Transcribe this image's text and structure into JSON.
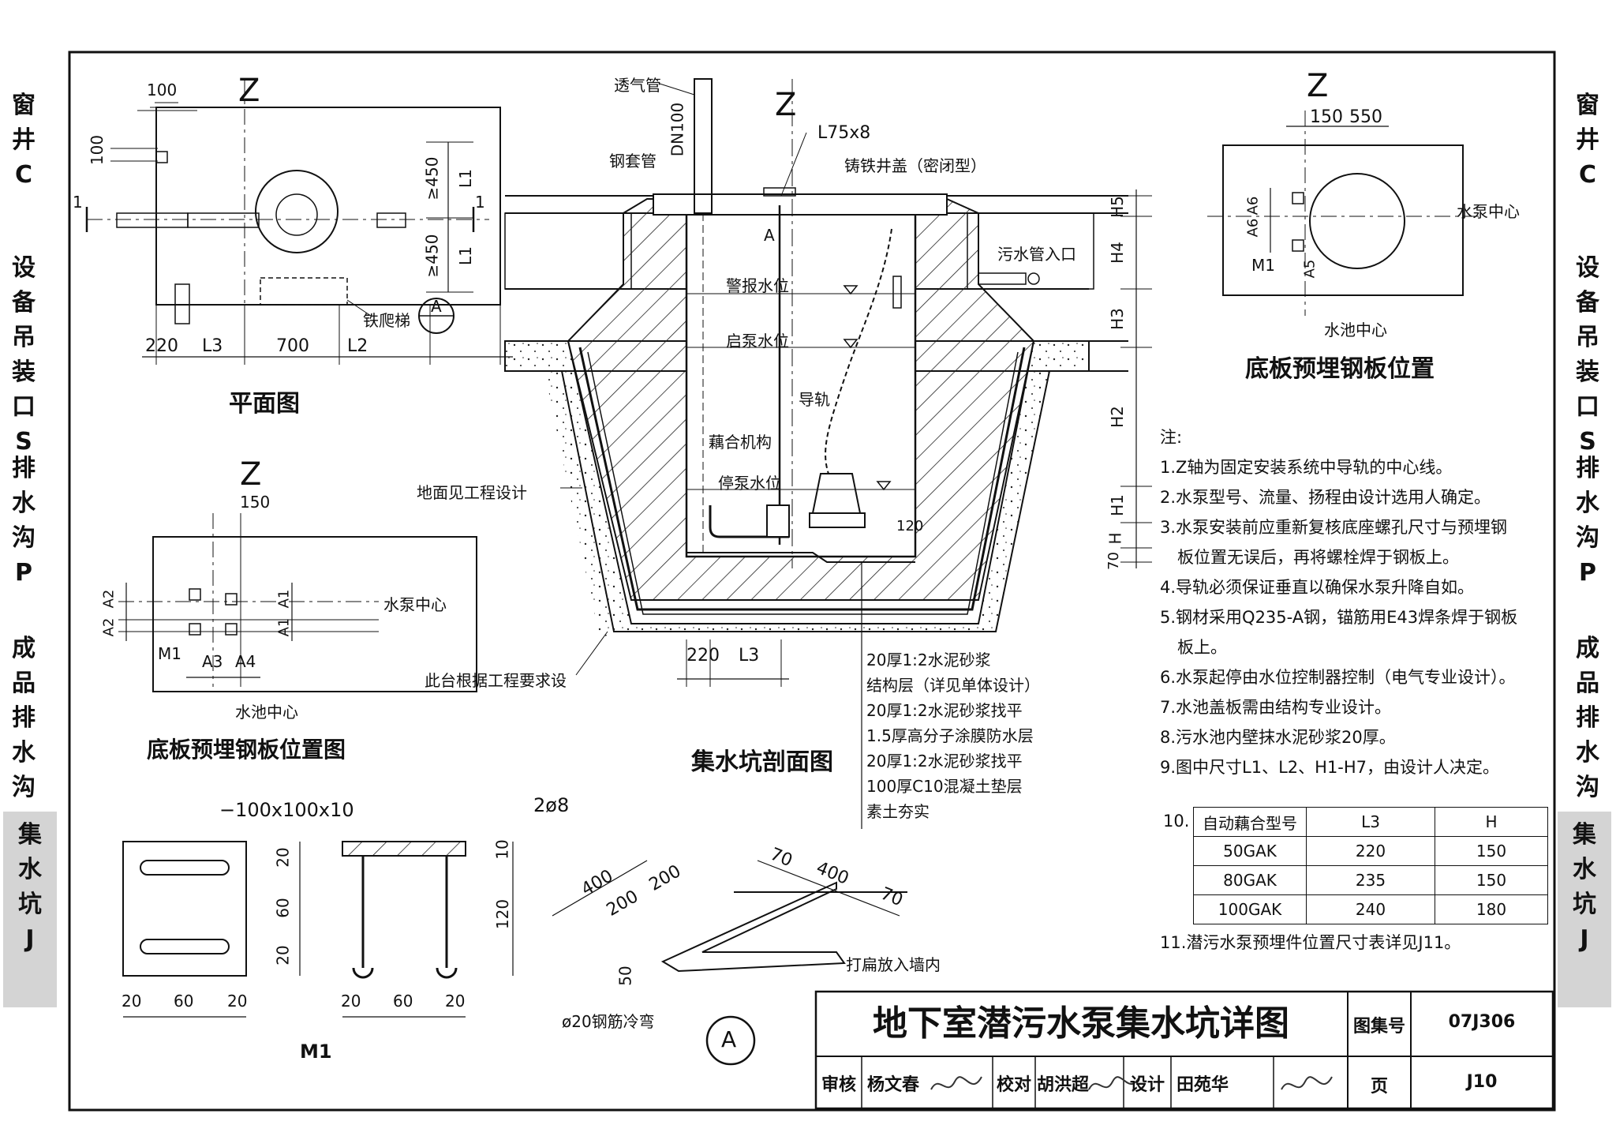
{
  "side_tabs_left": [
    "窗\n井\nC",
    "设\n备\n吊\n装\n口\nS",
    "排\n水\n沟\nP",
    "成\n品\n排\n水\n沟\nP",
    "集\n水\n坑\nJ"
  ],
  "side_tabs_right": [
    "窗\n井\nC",
    "设\n备\n吊\n装\n口\nS",
    "排\n水\n沟\nP",
    "成\n品\n排\n水\n沟\nP",
    "集\n水\n坑\nJ"
  ],
  "plan": {
    "axis": "Z",
    "title": "平面图",
    "dims_top": [
      "100",
      "100"
    ],
    "dims_bottom": [
      "220",
      "L3",
      "700",
      "L2"
    ],
    "dims_right": [
      "≥450",
      "L1",
      "≥450",
      "L1"
    ],
    "ladder_label": "铁爬梯",
    "marker": "A",
    "section_mark": "1"
  },
  "base_plate_left": {
    "axis": "Z",
    "title": "底板预埋钢板位置图",
    "dim_top": "150",
    "dims_left": [
      "A2",
      "A2"
    ],
    "dims_right": [
      "A1",
      "A1"
    ],
    "dims_bottom": [
      "A3",
      "A4"
    ],
    "plate_label": "M1",
    "pump_center": "水泵中心",
    "pool_center": "水池中心"
  },
  "section": {
    "axis": "Z",
    "title": "集水坑剖面图",
    "vent_pipe": "透气管",
    "steel_sleeve": "钢套管",
    "dn": "DN100",
    "angle": "L75x8",
    "cover": "铸铁井盖（密闭型）",
    "inlet": "污水管入口",
    "alarm": "警报水位",
    "start": "启泵水位",
    "rail": "导轨",
    "coupling": "藕合机构",
    "stop": "停泵水位",
    "ground": "地面见工程设计",
    "platform": "此台根据工程要求设",
    "a_mark": "A",
    "dim_120": "120",
    "heights": [
      "H5",
      "H4",
      "H3",
      "H2",
      "H1",
      "H",
      "70"
    ],
    "dims_bottom": [
      "220",
      "L3"
    ],
    "layers": [
      "20厚1:2水泥砂浆",
      "结构层（详见单体设计）",
      "20厚1:2水泥砂浆找平",
      "1.5厚高分子涂膜防水层",
      "20厚1:2水泥砂浆找平",
      "100厚C10混凝土垫层",
      "素土夯实"
    ]
  },
  "base_plate_right": {
    "axis": "Z",
    "title": "底板预埋钢板位置",
    "dims_top": [
      "150",
      "550"
    ],
    "dims_left": [
      "A6",
      "A6"
    ],
    "dim_bottom": "A5",
    "plate_label": "M1",
    "pump_center": "水泵中心",
    "pool_center": "水池中心"
  },
  "notes": {
    "header": "注:",
    "items": [
      "1.Z轴为固定安装系统中导轨的中心线。",
      "2.水泵型号、流量、扬程由设计选用人确定。",
      "3.水泵安装前应重新复核底座螺孔尺寸与预埋钢",
      "板位置无误后，再将螺栓焊于钢板上。",
      "4.导轨必须保证垂直以确保水泵升降自如。",
      "5.钢材采用Q235-A钢，锚筋用E43焊条焊于钢板",
      "板上。",
      "6.水泵起停由水位控制器控制（电气专业设计）。",
      "7.水池盖板需由结构专业设计。",
      "8.污水池内壁抹水泥砂浆20厚。",
      "9.图中尺寸L1、L2、H1-H7，由设计人决定。"
    ],
    "item10": "10.",
    "table_headers": [
      "自动藕合型号",
      "L3",
      "H"
    ],
    "table_rows": [
      [
        "50GAK",
        "220",
        "150"
      ],
      [
        "80GAK",
        "235",
        "150"
      ],
      [
        "100GAK",
        "240",
        "180"
      ]
    ],
    "item11": "11.潜污水泵预埋件位置尺寸表详见J11。"
  },
  "m1_detail": {
    "plate_label": "−100x100x10",
    "bar_label": "2ø8",
    "dims_h": [
      "20",
      "60",
      "20"
    ],
    "dims_v": [
      "20",
      "60",
      "20"
    ],
    "dims_right": [
      "10",
      "120"
    ],
    "name": "M1"
  },
  "a_detail": {
    "dims_top_left": [
      "400",
      "200",
      "200"
    ],
    "dims_top_right": [
      "70",
      "400",
      "70"
    ],
    "dim_50": "50",
    "flatten": "打扁放入墙内",
    "bar": "ø20钢筋冷弯",
    "marker": "A"
  },
  "title_block": {
    "title": "地下室潜污水泵集水坑详图",
    "atlas_label": "图集号",
    "atlas_no": "07J306",
    "page_label": "页",
    "page_no": "J10",
    "review_label": "审核",
    "reviewer": "杨文春",
    "check_label": "校对",
    "checker": "胡洪超",
    "design_label": "设计",
    "designer": "田苑华"
  }
}
